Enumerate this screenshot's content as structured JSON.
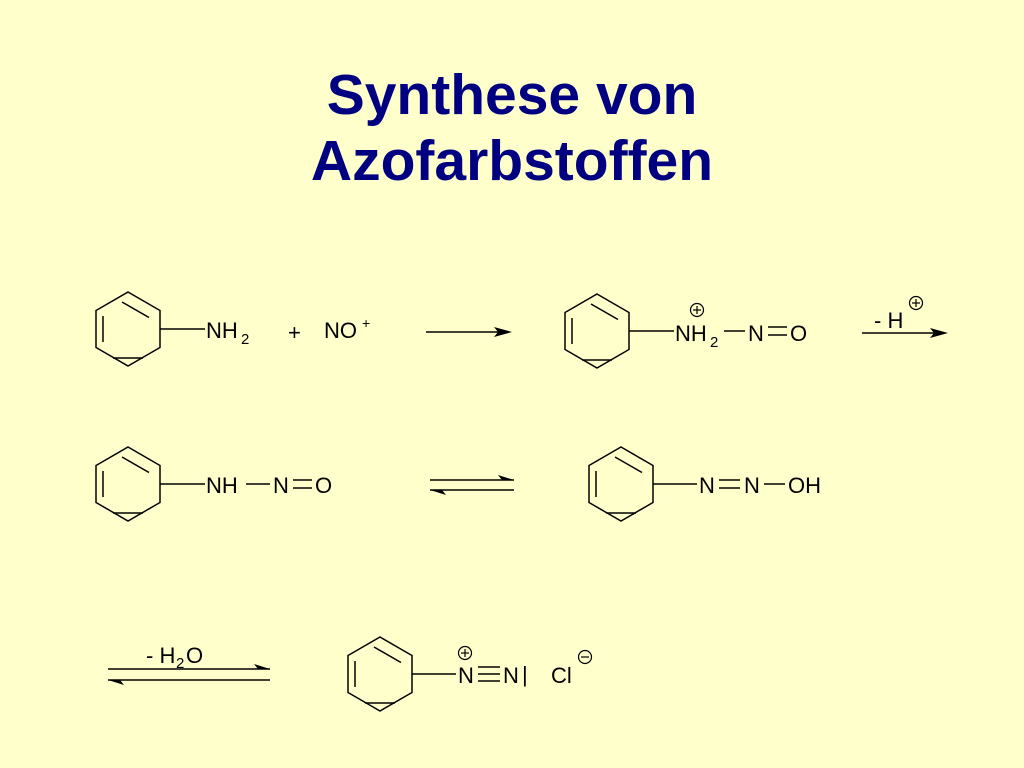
{
  "title": {
    "line1": "Synthese von",
    "line2": "Azofarbstoffen"
  },
  "row1": {
    "aniline_nh": "NH",
    "aniline_sub": "2",
    "plus": "+",
    "nitrosyl": "NO",
    "nitrosyl_charge": "+",
    "inter_nh": "NH",
    "inter_sub": "2",
    "inter_charge": "+",
    "inter_n": "N",
    "inter_o": "O",
    "arrow_label": "- H",
    "arrow_label_charge": "+"
  },
  "row2": {
    "left_nh": "NH",
    "left_n": "N",
    "left_o": "O",
    "right_n1": "N",
    "right_n2": "N",
    "right_oh": "OH"
  },
  "row3": {
    "arrow_label": "- H",
    "arrow_label_sub": "2",
    "arrow_label_end": "O",
    "n1": "N",
    "n1_charge": "+",
    "n2": "N",
    "n2_lonepair": "|",
    "cl": "Cl",
    "cl_charge": "−"
  }
}
